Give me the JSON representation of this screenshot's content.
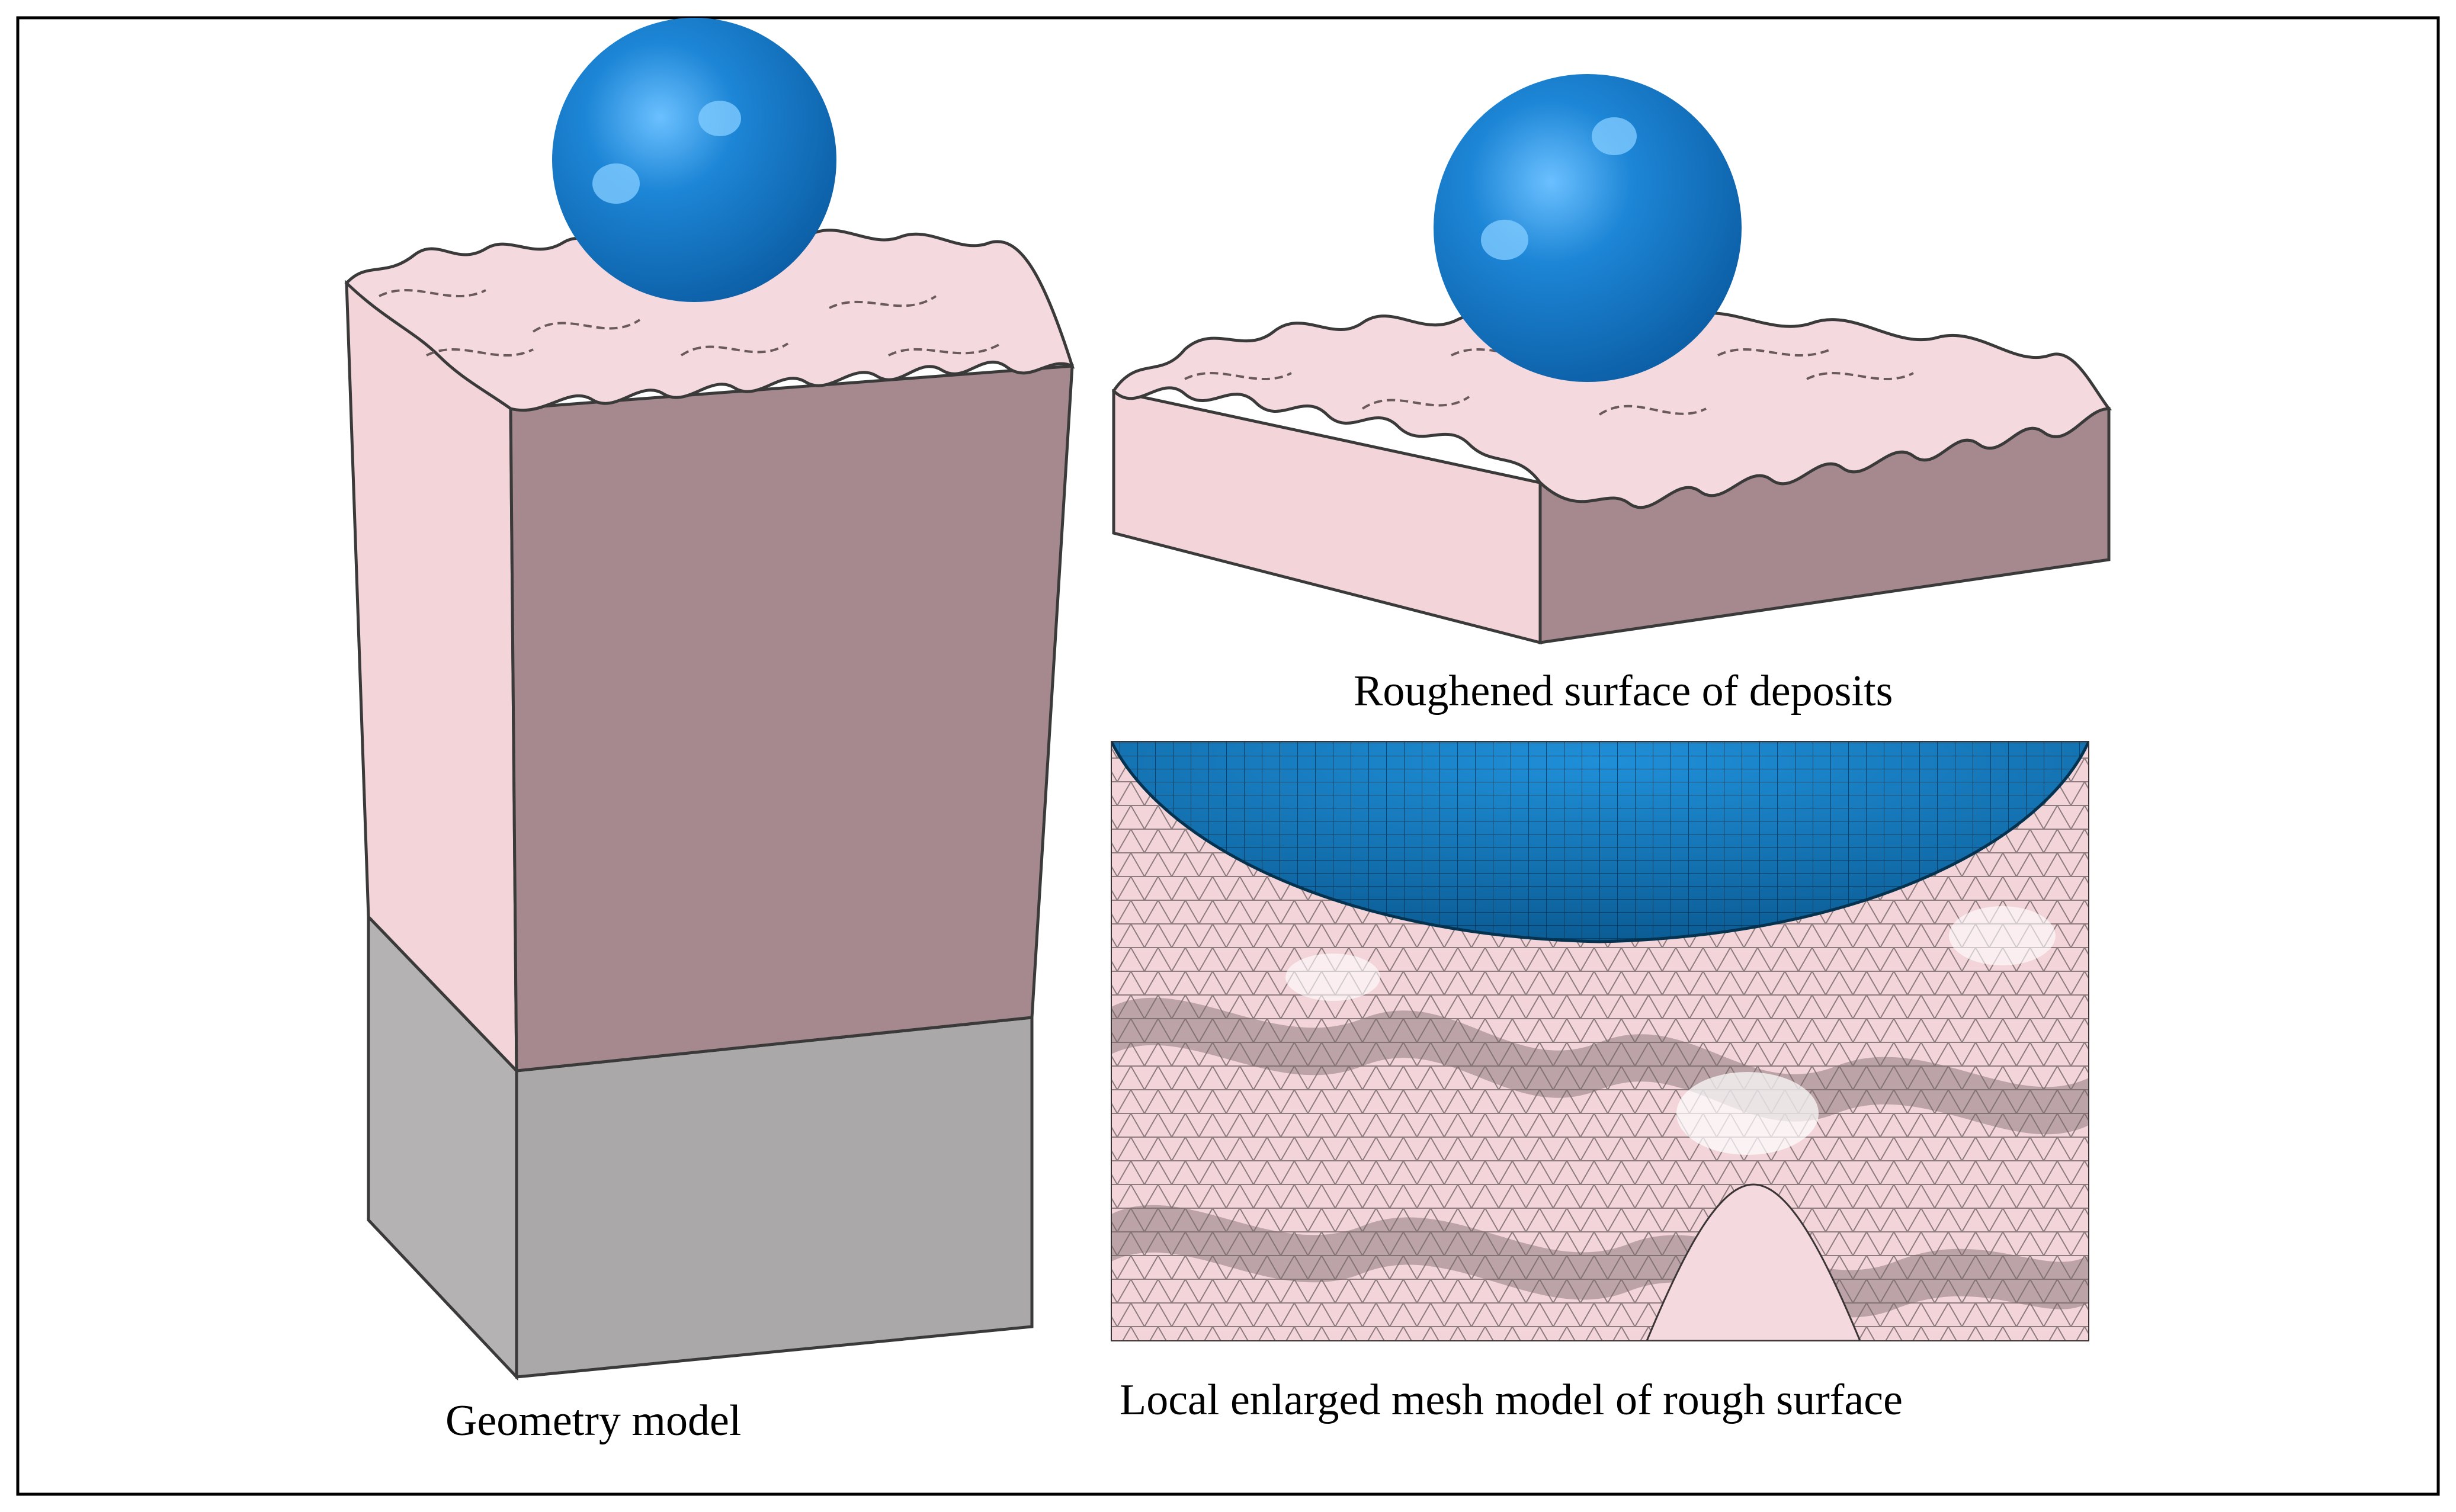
{
  "figure": {
    "panels": [
      {
        "id": "geometry",
        "caption": "Geometry model"
      },
      {
        "id": "rough",
        "caption": "Roughened surface of deposits"
      },
      {
        "id": "mesh",
        "caption": "Local enlarged mesh model of rough surface"
      }
    ],
    "colors": {
      "sphere": "#1478c8",
      "sphere_dark": "#0a5aa0",
      "deposit_light": "#f2d4d9",
      "deposit_dark": "#a6898e",
      "substrate_light": "#b9b6b7",
      "substrate_dark": "#a9a6a7",
      "mesh_line": "#3a3436",
      "frame": "#000000"
    }
  }
}
